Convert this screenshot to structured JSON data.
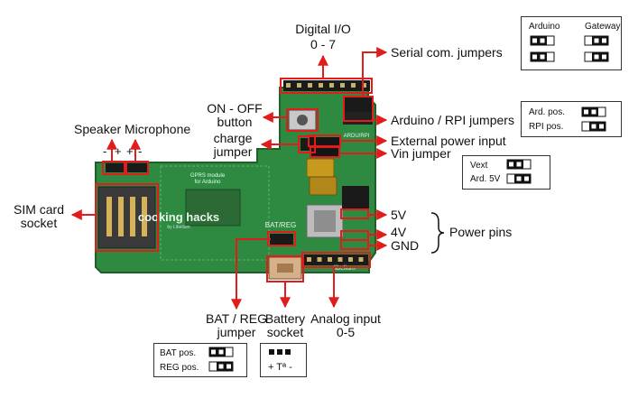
{
  "board": {
    "silk_title": "GPRS module",
    "silk_sub": "for Arduino",
    "brand": "cooking hacks",
    "brand_sub": "by Libelium",
    "bat_reg": "BAT/REG",
    "footer": "libelium",
    "jumper_text": "ARDU/RPI"
  },
  "labels": {
    "digital_io": "Digital I/O",
    "digital_io_range": "0 - 7",
    "serial_jumpers": "Serial com. jumpers",
    "on_off_1": "ON - OFF",
    "on_off_2": "button",
    "arduino_rpi": "Arduino / RPI jumpers",
    "charge_1": "charge",
    "charge_2": "jumper",
    "ext_power": "External power input",
    "vin_jumper": "Vin jumper",
    "speaker": "Speaker",
    "microphone": "Microphone",
    "sim_1": "SIM card",
    "sim_2": "socket",
    "v5": "5V",
    "v4": "4V",
    "gnd": "GND",
    "power_pins": "Power pins",
    "bat_reg_1": "BAT / REG",
    "bat_reg_2": "jumper",
    "battery_1": "Battery",
    "battery_2": "socket",
    "analog_1": "Analog input",
    "analog_2": "0-5",
    "speaker_minus": "-",
    "speaker_plus": "+",
    "mic_plus": "+",
    "mic_minus": "-"
  },
  "boxes": {
    "serial": {
      "col1": "Arduino",
      "col2": "Gateway"
    },
    "ard_rpi": {
      "row1": "Ard. pos.",
      "row2": "RPI pos."
    },
    "vin": {
      "row1": "Vext",
      "row2": "Ard. 5V"
    },
    "bat": {
      "row1": "BAT pos.",
      "row2": "REG pos."
    },
    "battery": {
      "label": "+ Tª -"
    }
  },
  "colors": {
    "board": "#2f8a41",
    "board_dark": "#226b30",
    "annotation": "#e21b1b",
    "text": "#111111"
  }
}
